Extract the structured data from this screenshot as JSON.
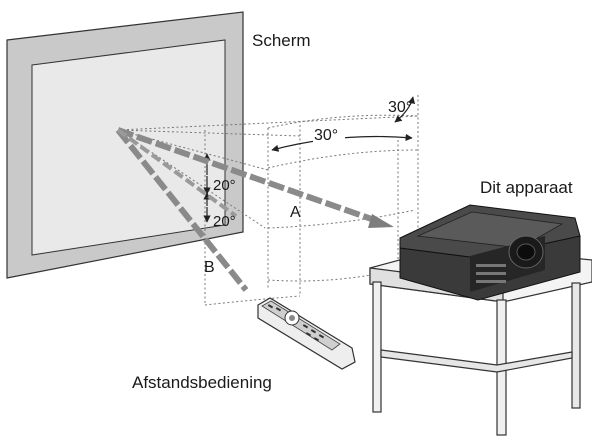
{
  "labels": {
    "screen": "Scherm",
    "device": "Dit apparaat",
    "remote": "Afstandsbediening",
    "ray_a": "A",
    "ray_b": "B"
  },
  "angles": {
    "horizontal_inner": "30°",
    "horizontal_outer": "30°",
    "vertical_upper": "20°",
    "vertical_lower": "20°"
  }
}
